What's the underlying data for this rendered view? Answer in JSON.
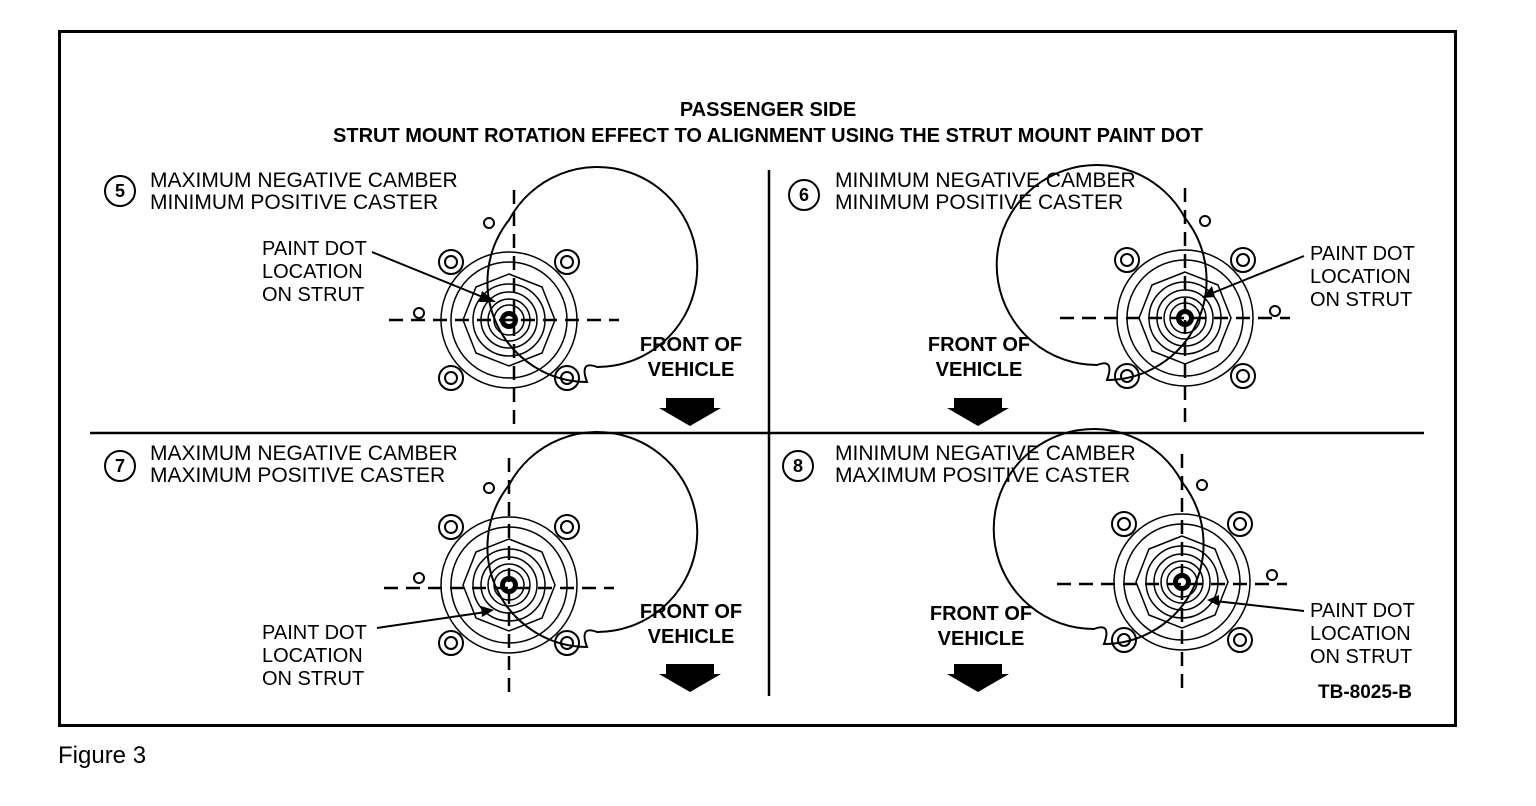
{
  "title": {
    "line1": "PASSENGER SIDE",
    "line2": "STRUT MOUNT ROTATION EFFECT TO ALIGNMENT USING THE STRUT MOUNT PAINT DOT"
  },
  "panels": [
    {
      "number": "5",
      "line1": "MAXIMUM NEGATIVE CAMBER",
      "line2": "MINIMUM POSITIVE CASTER"
    },
    {
      "number": "6",
      "line1": "MINIMUM NEGATIVE CAMBER",
      "line2": "MINIMUM POSITIVE CASTER"
    },
    {
      "number": "7",
      "line1": "MAXIMUM NEGATIVE CAMBER",
      "line2": "MAXIMUM POSITIVE CASTER"
    },
    {
      "number": "8",
      "line1": "MINIMUM NEGATIVE CAMBER",
      "line2": "MAXIMUM POSITIVE CASTER"
    }
  ],
  "paint_dot_label": {
    "line1": "PAINT DOT",
    "line2": "LOCATION",
    "line3": "ON STRUT"
  },
  "front_label": {
    "line1": "FRONT OF",
    "line2": "VEHICLE"
  },
  "reference": "TB-8025-B",
  "figure_caption": "Figure 3"
}
